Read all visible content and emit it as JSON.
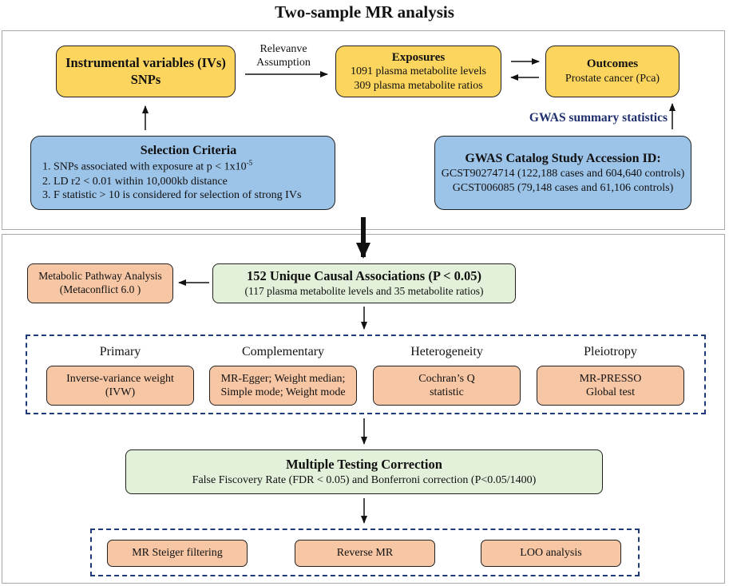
{
  "title": "Two-sample MR analysis",
  "top_panel": {
    "ivs": {
      "line1": "Instrumental variables (IVs)",
      "line2": "SNPs"
    },
    "relevance": {
      "line1": "Relevanve",
      "line2": "Assumption"
    },
    "exposures": {
      "title": "Exposures",
      "line1": "1091 plasma metabolite levels",
      "line2": "309 plasma metabolite ratios"
    },
    "outcomes": {
      "title": "Outcomes",
      "line1": "Prostate cancer (Pca)"
    },
    "gwas_label": "GWAS summary statistics",
    "selection": {
      "title": "Selection Criteria",
      "item1_prefix": "1. SNPs associated with exposure at p < 1x10",
      "item1_sup": "-5",
      "item2": "2. LD r2 < 0.01 within 10,000kb distance",
      "item3": "3. F statistic > 10  is considered for selection of strong IVs"
    },
    "gwas_catalog": {
      "title": "GWAS Catalog Study Accession ID:",
      "line1": "GCST90274714 (122,188 cases and 604,640 controls)",
      "line2": "GCST006085  (79,148 cases and 61,106 controls)"
    }
  },
  "bottom_panel": {
    "pathway": {
      "line1": "Metabolic Pathway Analysis",
      "line2": "(Metaconflict 6.0 )"
    },
    "causal": {
      "title": "152 Unique Causal Associations (P < 0.05)",
      "line1": "(117 plasma metabolite levels and 35 metabolite ratios)"
    },
    "methods": [
      {
        "header": "Primary",
        "line1": "Inverse-variance weight",
        "line2": "(IVW)"
      },
      {
        "header": "Complementary",
        "line1": "MR-Egger; Weight median;",
        "line2": "Simple mode; Weight mode"
      },
      {
        "header": "Heterogeneity",
        "line1": "Cochran’s Q",
        "line2": "statistic"
      },
      {
        "header": "Pleiotropy",
        "line1": "MR-PRESSO",
        "line2": "Global test"
      }
    ],
    "correction": {
      "title": "Multiple Testing Correction",
      "line1": "False Fiscovery Rate (FDR < 0.05) and Bonferroni correction (P<0.05/1400)"
    },
    "sensitivity": [
      "MR Steiger filtering",
      "Reverse MR",
      "LOO analysis"
    ]
  },
  "colors": {
    "yellow": "#fcd55e",
    "blue": "#9cc3e8",
    "green": "#e3f0da",
    "salmon": "#f7c6a4",
    "dash": "#1f3a78",
    "gwas_text": "#1f2f6e"
  }
}
